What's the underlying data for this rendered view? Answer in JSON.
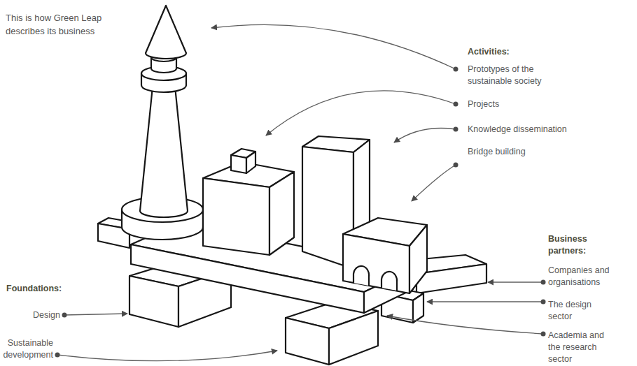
{
  "diagram": {
    "title": "This is how Green Leap describes its business",
    "labels": [
      "Activities:",
      "Prototypes of the sustainable society",
      "Projects",
      "Knowledge dissemination",
      "Bridge building",
      "Business partners:",
      "Companies and organisations",
      "The design sector",
      "Academia and the research sector",
      "Foundations:",
      "Design",
      "Sustainable development"
    ]
  }
}
